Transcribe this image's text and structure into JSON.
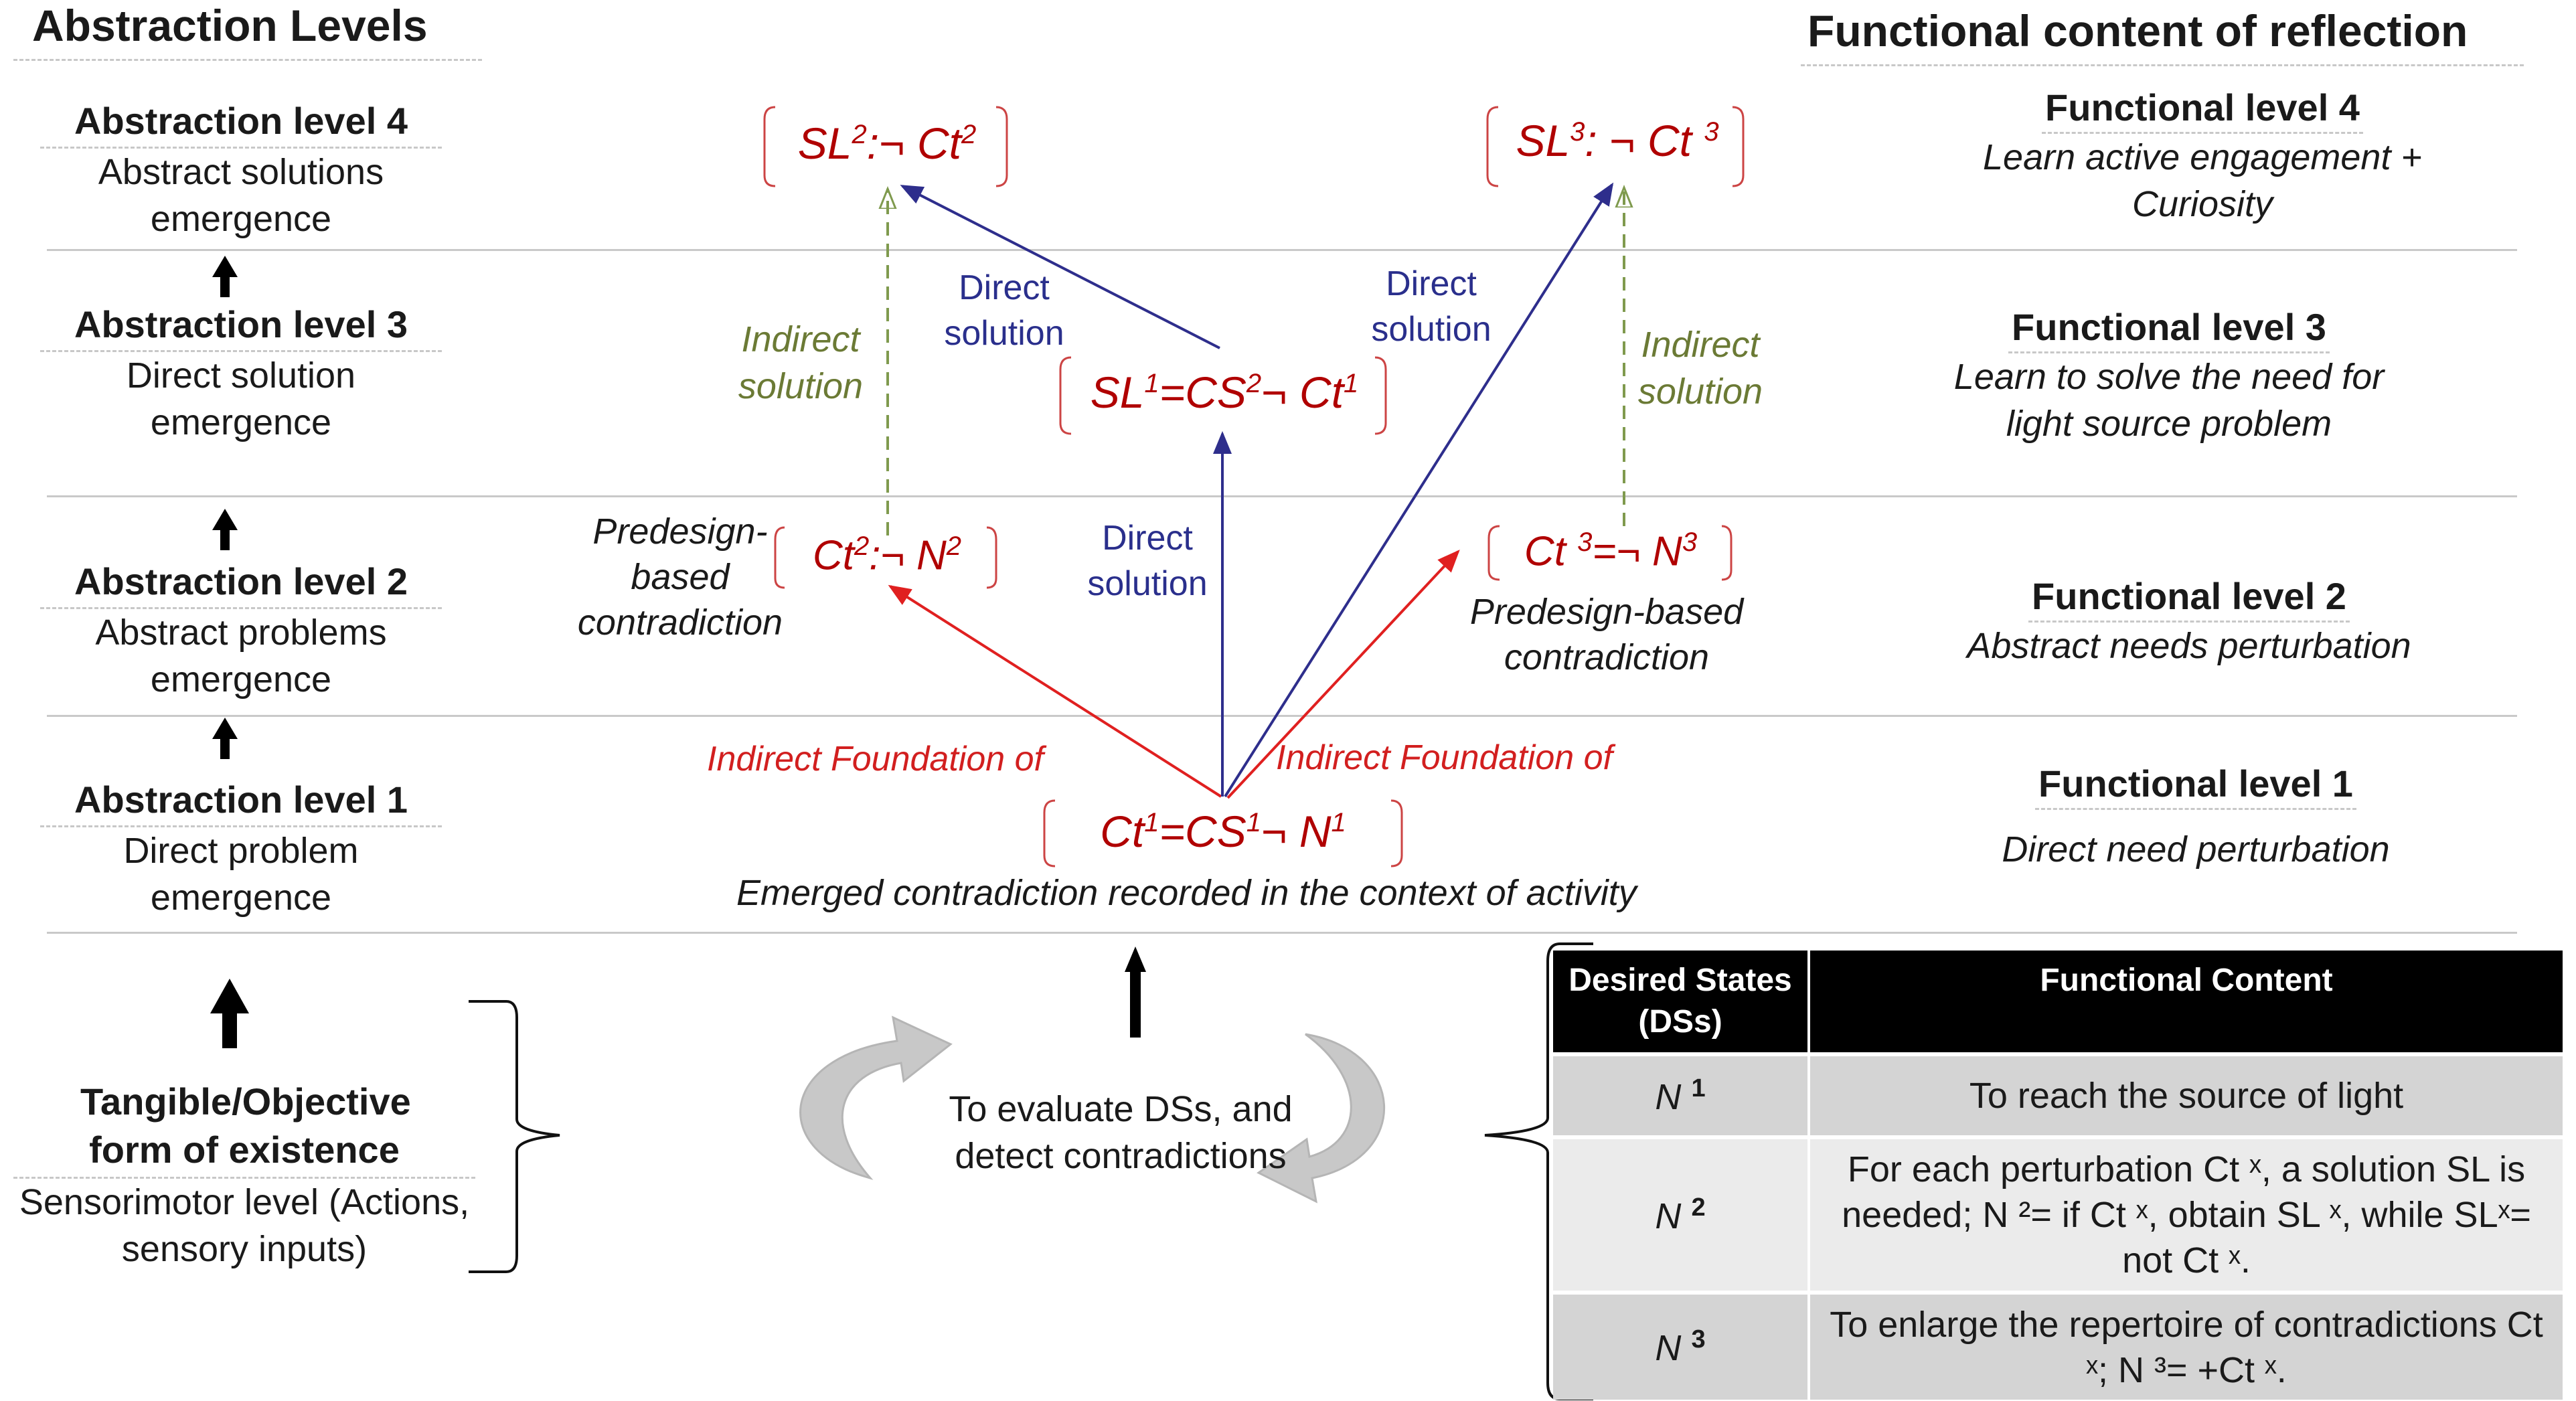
{
  "headers": {
    "left": "Abstraction Levels",
    "right": "Functional content of reflection"
  },
  "abstraction_levels": [
    {
      "title": "Abstraction level 4",
      "desc": "Abstract solutions emergence"
    },
    {
      "title": "Abstraction level 3",
      "desc": "Direct solution emergence"
    },
    {
      "title": "Abstraction level 2",
      "desc": "Abstract problems emergence"
    },
    {
      "title": "Abstraction level 1",
      "desc": "Direct problem emergence"
    }
  ],
  "base_level": {
    "title": "Tangible/Objective form of existence",
    "desc": "Sensorimotor level (Actions, sensory inputs)"
  },
  "functional_levels": [
    {
      "title": "Functional level 4",
      "desc": "Learn active engagement + Curiosity"
    },
    {
      "title": "Functional level 3",
      "desc": "Learn to solve the need for light source problem"
    },
    {
      "title": "Functional level 2",
      "desc": "Abstract needs perturbation"
    },
    {
      "title": "Functional level 1",
      "desc": "Direct need perturbation"
    }
  ],
  "formulas": {
    "sl2": {
      "a": "SL",
      "a_sup": "2",
      "b": ":¬ Ct",
      "b_sup": "2"
    },
    "sl3": {
      "a": "SL",
      "a_sup": "3",
      "b": ": ¬ Ct ",
      "b_sup": "3"
    },
    "sl1": {
      "a": "SL",
      "a_sup": "1",
      "b": "=CS",
      "b_sup": "2",
      "c": "¬ Ct",
      "c_sup": "1"
    },
    "ct2": {
      "a": "Ct",
      "a_sup": "2",
      "b": ":¬ N",
      "b_sup": "2"
    },
    "ct3": {
      "a": "Ct ",
      "a_sup": "3",
      "b": "=¬ N",
      "b_sup": "3"
    },
    "ct1": {
      "a": "Ct",
      "a_sup": "1",
      "b": "=CS",
      "b_sup": "1",
      "c": "¬ N",
      "c_sup": "1"
    }
  },
  "labels": {
    "indirect_solution": "Indirect solution",
    "direct_solution": "Direct solution",
    "predesign_left": "Predesign-based contradiction",
    "predesign_right": "Predesign-based contradiction",
    "indirect_foundation": "Indirect Foundation of",
    "emerged": "Emerged contradiction recorded in the context of activity",
    "evaluate": "To evaluate DSs, and detect contradictions"
  },
  "table": {
    "headers": [
      "Desired States (DSs)",
      "Functional Content"
    ],
    "rows": [
      {
        "state": "N",
        "sup": "1",
        "content": "To reach the source of light"
      },
      {
        "state": "N",
        "sup": "2",
        "content": "For each perturbation Ct ˣ, a solution SL is needed; N ²= if Ct ˣ, obtain SL ˣ, while SLˣ= not Ct ˣ."
      },
      {
        "state": "N",
        "sup": "3",
        "content": "To enlarge the repertoire of contradictions Ct ˣ; N ³= +Ct ˣ."
      }
    ]
  },
  "colors": {
    "formula": "#b00000",
    "red_arrow": "#e02020",
    "blue_arrow": "#2e2e8c",
    "green_dashed": "#7f9a4e"
  }
}
